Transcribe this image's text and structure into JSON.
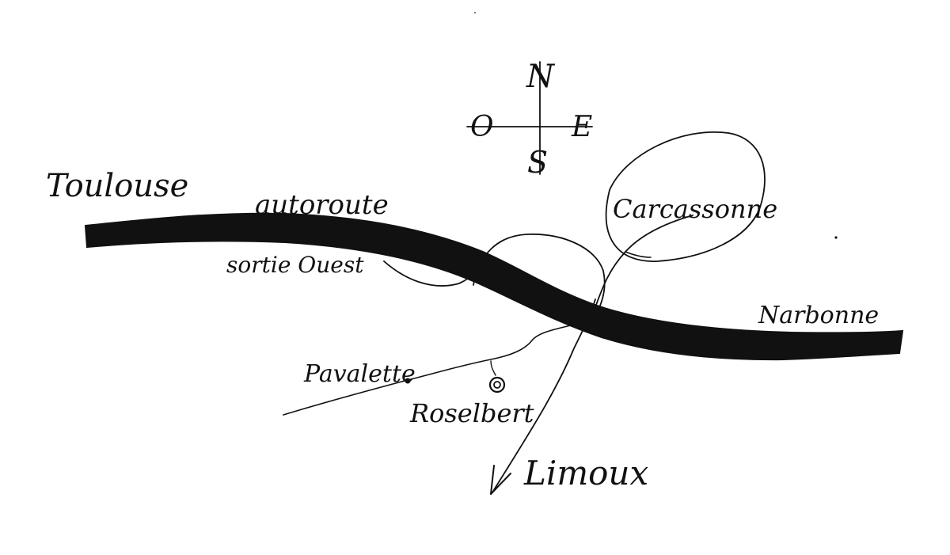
{
  "map": {
    "compass": {
      "north": "N",
      "south": "S",
      "east": "E",
      "west": "O"
    },
    "labels": {
      "toulouse": "Toulouse",
      "autoroute": "autoroute",
      "sortie_ouest": "sortie Ouest",
      "carcassonne": "Carcassonne",
      "narbonne": "Narbonne",
      "pavalette": "Pavalette",
      "roselbert": "Roselbert",
      "limoux": "Limoux"
    },
    "colors": {
      "ink": "#111111",
      "paper": "#ffffff"
    }
  }
}
